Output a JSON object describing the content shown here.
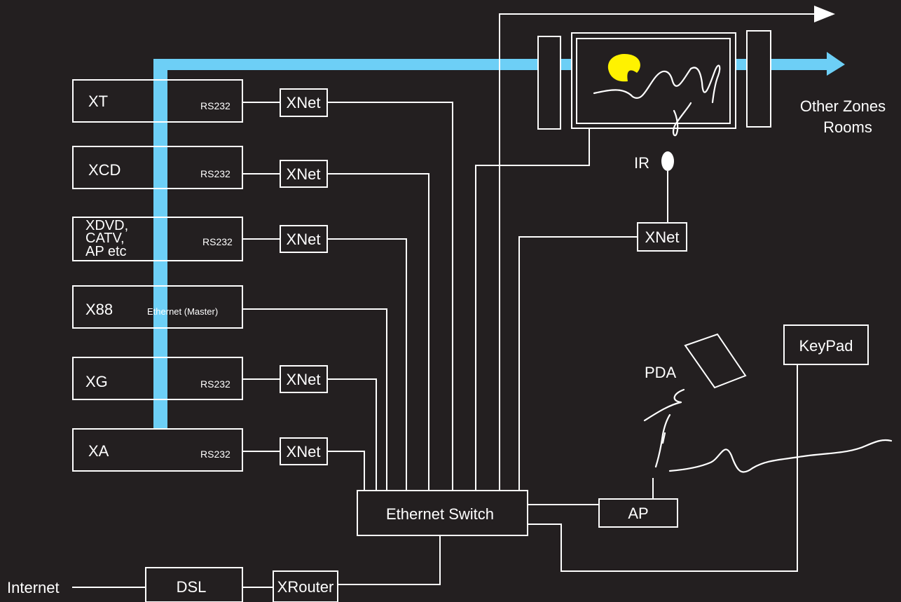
{
  "colors": {
    "background": "#231f20",
    "bus": "#6dcff6",
    "line": "#ffffff",
    "tv_image_blob": "#fff200"
  },
  "components": {
    "xt": {
      "name": "XT",
      "port": "RS232"
    },
    "xcd": {
      "name": "XCD",
      "port": "RS232"
    },
    "xdvd": {
      "name_lines": [
        "XDVD,",
        "CATV,",
        "AP etc"
      ],
      "port": "RS232"
    },
    "x88": {
      "name": "X88",
      "port": "Ethernet (Master)"
    },
    "xg": {
      "name": "XG",
      "port": "RS232"
    },
    "xa": {
      "name": "XA",
      "port": "RS232"
    }
  },
  "xnet_label": "XNet",
  "ethernet_switch": "Ethernet Switch",
  "access_point": "AP",
  "keypad": "KeyPad",
  "pda": "PDA",
  "ir": "IR",
  "other_zones": [
    "Other Zones",
    "Rooms"
  ],
  "internet": "Internet",
  "dsl": "DSL",
  "xrouter": "XRouter"
}
